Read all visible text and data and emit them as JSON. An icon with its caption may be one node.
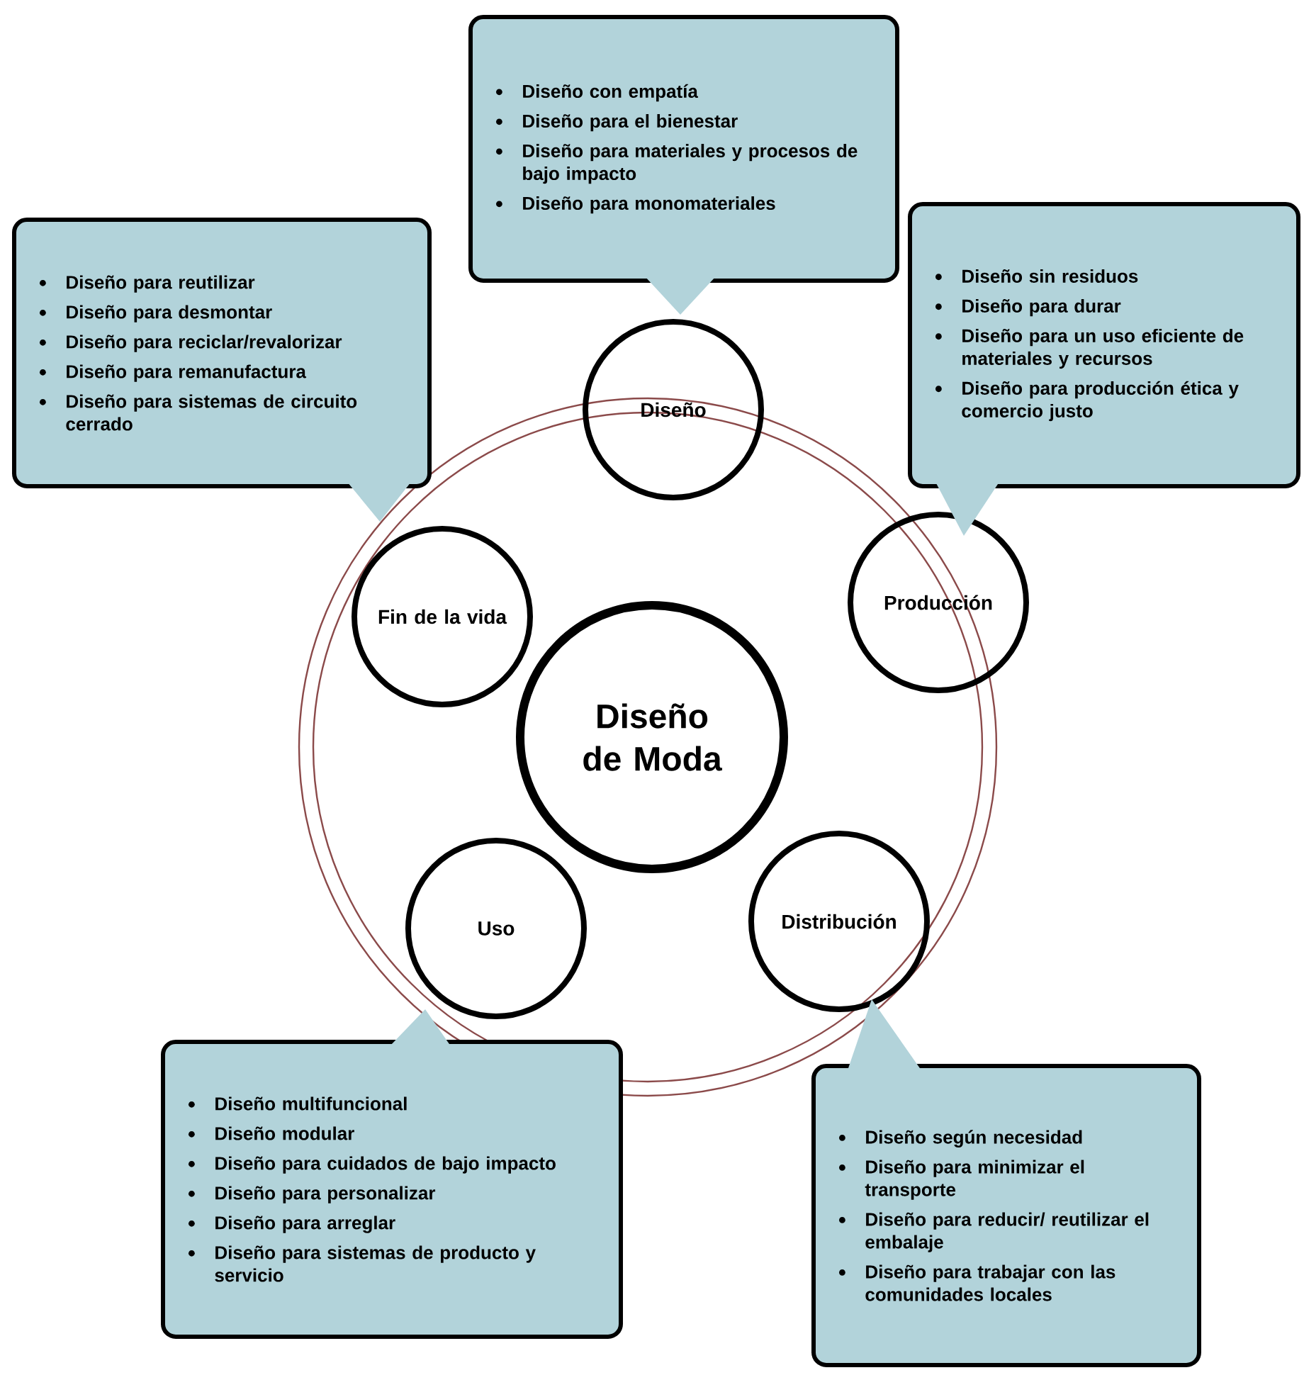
{
  "diagram": {
    "nodes": [
      {
        "text": [
          "Diseño de Moda"
        ]
      },
      {
        "text": [
          "Diseño"
        ]
      },
      {
        "text": [
          "Producción"
        ]
      },
      {
        "text": [
          "Distribución"
        ]
      },
      {
        "text": [
          "Uso"
        ]
      },
      {
        "text": [
          "Fin de la vida"
        ]
      },
      {
        "text": [
          "Diseño con empatía",
          "Diseño para el bienestar",
          "Diseño para materiales y procesos de bajo impacto",
          "Diseño para monomateriales"
        ]
      },
      {
        "text": [
          "Diseño para reutilizar",
          "Diseño para desmontar",
          "Diseño para reciclar/revalorizar",
          "Diseño para remanufactura",
          "Diseño para sistemas de circuito cerrado"
        ]
      },
      {
        "text": [
          "Diseño sin residuos",
          "Diseño para durar",
          "Diseño para un uso eficiente de materiales y recursos",
          "Diseño para producción ética y comercio justo"
        ]
      },
      {
        "text": [
          "Diseño multifuncional",
          "Diseño modular",
          "Diseño para cuidados de bajo impacto",
          "Diseño para personalizar",
          "Diseño para arreglar",
          "Diseño para sistemas de producto y servicio"
        ]
      },
      {
        "text": [
          "Diseño según necesidad",
          "Diseño para minimizar el transporte",
          "Diseño para reducir/ reutilizar el embalaje",
          "Diseño para trabajar con las comunidades locales"
        ]
      }
    ]
  }
}
